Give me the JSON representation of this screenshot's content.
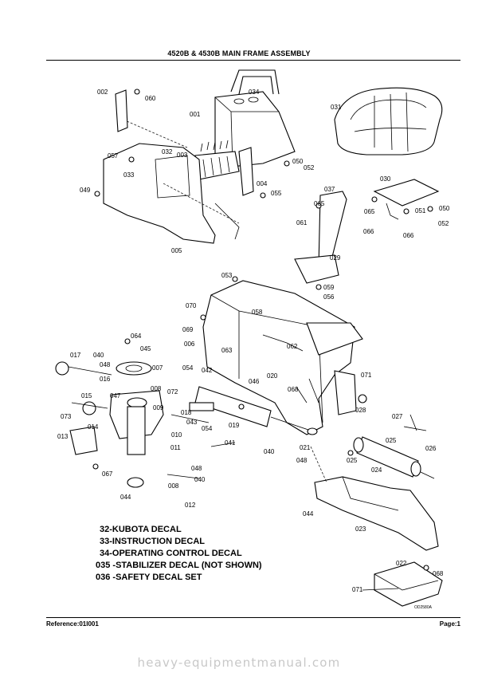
{
  "header": {
    "title": "4520B & 4530B MAIN FRAME ASSEMBLY"
  },
  "footer": {
    "reference": "Reference:01I001",
    "page": "Page:1"
  },
  "watermark": "heavy-equipmentmanual.com",
  "figure_code": "OD2580A",
  "legend": [
    "32-KUBOTA DECAL",
    "33-INSTRUCTION DECAL",
    "34-OPERATING CONTROL DECAL",
    "035 -STABILIZER DECAL (NOT SHOWN)",
    "036 -SAFETY DECAL SET"
  ],
  "part_numbers": [
    "002",
    "060",
    "034",
    "001",
    "031",
    "057",
    "032",
    "003",
    "050",
    "052",
    "033",
    "004",
    "049",
    "055",
    "030",
    "037",
    "065",
    "051",
    "050",
    "065",
    "052",
    "061",
    "066",
    "066",
    "005",
    "029",
    "053",
    "059",
    "056",
    "070",
    "058",
    "069",
    "064",
    "045",
    "062",
    "006",
    "063",
    "017",
    "040",
    "048",
    "007",
    "054",
    "042",
    "020",
    "071",
    "016",
    "046",
    "008",
    "068",
    "015",
    "047",
    "072",
    "009",
    "018",
    "028",
    "073",
    "014",
    "043",
    "019",
    "027",
    "010",
    "054",
    "025",
    "013",
    "011",
    "041",
    "021",
    "026",
    "040",
    "048",
    "025",
    "067",
    "048",
    "024",
    "040",
    "008",
    "044",
    "012",
    "044",
    "023",
    "022",
    "068",
    "071"
  ]
}
